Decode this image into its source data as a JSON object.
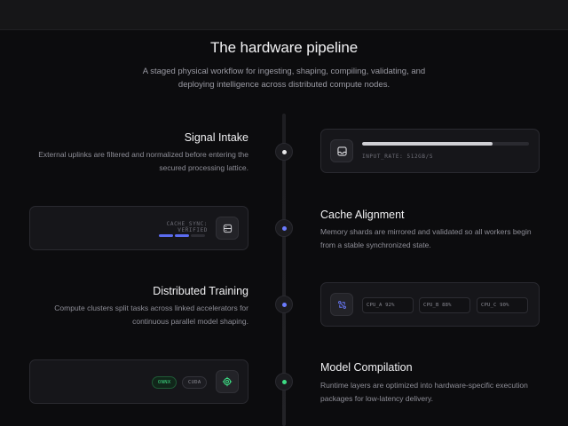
{
  "header": {
    "title": "The hardware pipeline",
    "subtitle": "A staged physical workflow for ingesting, shaping, compiling, validating, and deploying intelligence across distributed compute nodes."
  },
  "steps": [
    {
      "title": "Signal Intake",
      "description": "External uplinks are filtered and normalized before entering the secured processing lattice.",
      "widget": {
        "label": "INPUT_RATE: 512GB/S",
        "progress": 0.78,
        "icon": "inbox-icon"
      }
    },
    {
      "title": "Cache Alignment",
      "description": "Memory shards are mirrored and validated so all workers begin from a stable synchronized state.",
      "widget": {
        "label": "CACHE_SYNC: VERIFIED",
        "segments_active": 2,
        "segments_total": 3,
        "icon": "database-icon"
      }
    },
    {
      "title": "Distributed Training",
      "description": "Compute clusters split tasks across linked accelerators for continuous parallel model shaping.",
      "widget": {
        "icon": "network-icon",
        "cpus": [
          "CPU_A 92%",
          "CPU_B 88%",
          "CPU_C 90%"
        ]
      }
    },
    {
      "title": "Model Compilation",
      "description": "Runtime layers are optimized into hardware-specific execution packages for low-latency delivery.",
      "widget": {
        "icon": "chip-icon",
        "tags": [
          "ONNX",
          "CUDA"
        ]
      }
    }
  ],
  "colors": {
    "node_1": "#e8e8ea",
    "node_2": "#6b7cff",
    "node_3": "#6b7cff",
    "node_4": "#3ddc84",
    "accent_blue": "#5b6cf0",
    "accent_green": "#3ddc84"
  }
}
